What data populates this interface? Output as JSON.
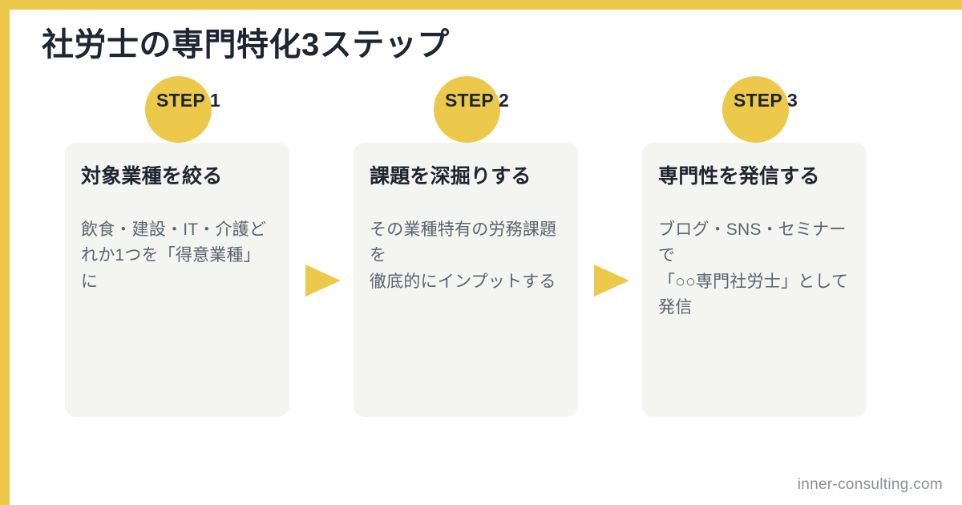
{
  "theme": {
    "accent_color": "#ecc94b",
    "card_background": "#f4f4f0",
    "heading_color": "#1f2633",
    "body_text_color": "#5a6472",
    "footer_color": "#8a8f99",
    "page_background": "#ffffff"
  },
  "header": {
    "title": "社労士の専門特化3ステップ"
  },
  "steps": [
    {
      "badge": "STEP 1",
      "title": "対象業種を絞る",
      "body": "飲食・建設・IT・介護どれか1つを「得意業種」に"
    },
    {
      "badge": "STEP 2",
      "title": "課題を深掘りする",
      "body": "その業種特有の労務課題を\n徹底的にインプットする"
    },
    {
      "badge": "STEP 3",
      "title": "専門性を発信する",
      "body": "ブログ・SNS・セミナーで\n「○○専門社労士」として発信"
    }
  ],
  "connectors": [
    {
      "icon": "triangle-right-icon"
    },
    {
      "icon": "triangle-right-icon"
    }
  ],
  "footer": {
    "site": "inner-consulting.com"
  }
}
